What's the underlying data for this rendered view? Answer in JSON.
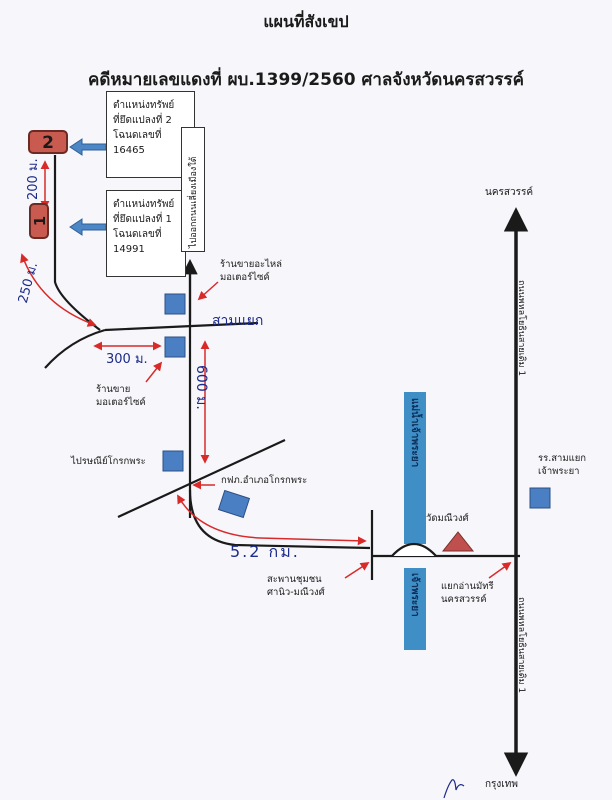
{
  "map": {
    "title": "แผนที่สังเขป",
    "subtitle": "คดีหมายเลขแดงที่ ผบ.1399/2560 ศาลจังหวัดนครสวรรค์"
  },
  "parcels": [
    {
      "marker": "2",
      "lines": [
        "ตำแหน่งทรัพย์",
        "ที่ยึดแปลงที่ 2",
        "โฉนดเลขที่",
        "16465"
      ]
    },
    {
      "marker": "1",
      "lines": [
        "ตำแหน่งทรัพย์",
        "ที่ยึดแปลงที่ 1",
        "โฉนดเลขที่",
        "14991"
      ]
    }
  ],
  "labels": {
    "to_meng_tai": "ไปออกถนนเลี่ยงเมืองใต้",
    "shop_parts_1": "ร้านขายอะไหล่",
    "shop_parts_2": "มอเตอร์ไซค์",
    "shop_moto_1": "ร้านขาย",
    "shop_moto_2": "มอเตอร์ไซค์",
    "post_office": "ไปรษณีย์โกรกพระ",
    "pea": "กฟภ.อำเภอโกรกพระ",
    "bridge_1": "สะพานชุมชน",
    "bridge_2": "ศานิว-มณีวงศ์",
    "temple": "วัดมณีวงศ์",
    "junction_1": "แยกอ่านมัทรี",
    "junction_2": "นครสวรรค์",
    "school_1": "รร.สามแยก",
    "school_2": "เจ้าพระยา",
    "north": "นครสวรรค์",
    "south": "กรุงเทพ",
    "highway_upper": "ถนนพหลโยธินสายเดิม 1",
    "highway_lower": "ถนนพหลโยธินสายเดิม 1",
    "river_upper": "แม่น้ำเจ้าพระยา",
    "river_lower": "เจ้าพระยา"
  },
  "handwritten": {
    "dist_200": "200 ม.",
    "dist_250": "250 ม.",
    "junction": "สามแยก",
    "dist_300": "300 ม.",
    "dist_600": "600 ม.",
    "dist_5_2": "5.2 กม."
  },
  "colors": {
    "road": "#1a1a1a",
    "river": "#3f8fc6",
    "building": "#4a7fc4",
    "arrow_callout": "#4c86c5",
    "marker_fill": "#c85a4f",
    "annotation_red": "#d92a2a",
    "handwriting": "#1d2b8a",
    "temple": "#c0504d"
  }
}
